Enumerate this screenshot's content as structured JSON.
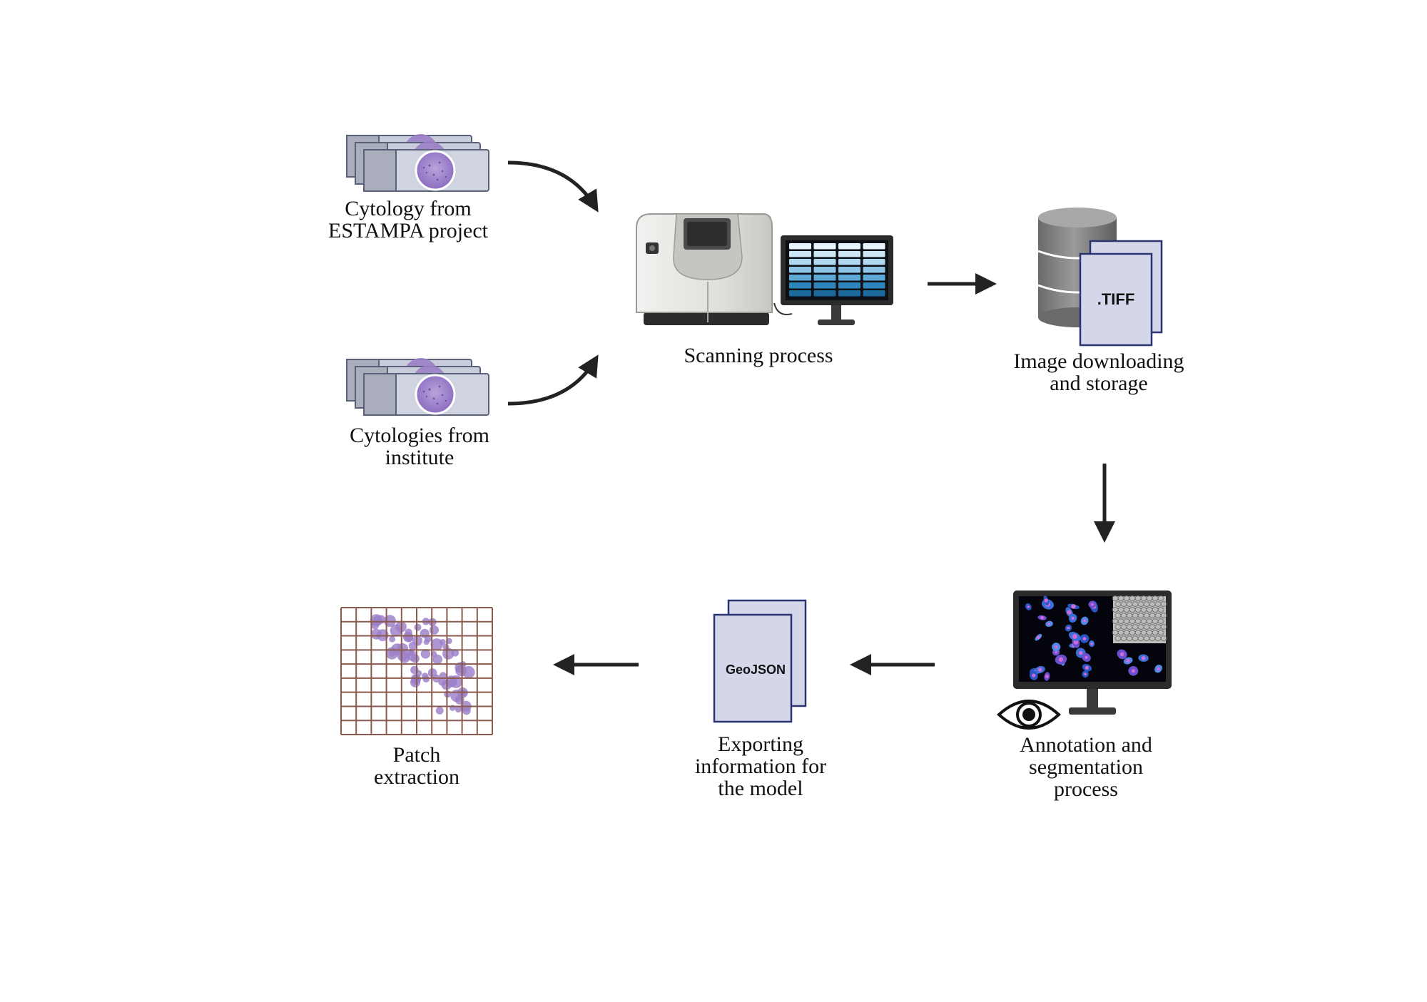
{
  "steps": {
    "slides_estampa": {
      "line1": "Cytology from",
      "line2": "ESTAMPA project"
    },
    "slides_institute": {
      "line1": "Cytologies from",
      "line2": "institute"
    },
    "scanning": {
      "line1": "Scanning process"
    },
    "storage": {
      "line1": "Image downloading",
      "line2": "and storage",
      "file_tag": ".TIFF"
    },
    "annotation": {
      "line1": "Annotation and",
      "line2": "segmentation",
      "line3": "process"
    },
    "export": {
      "line1": "Exporting",
      "line2": "information for",
      "line3": "the model",
      "file_tag": "GeoJSON"
    },
    "patch": {
      "line1": "Patch",
      "line2": "extraction"
    }
  },
  "colors": {
    "arrow": "#222222",
    "slide_body": "#c9ccda",
    "slide_label_area": "#a9adbc",
    "cell_purple": "#9b7fc8",
    "document": "#d4d7ea",
    "document_border": "#2a3470",
    "monitor_frame": "#2b2b2b",
    "grid_line": "#8a5a4e",
    "database": "#7d7d7d"
  }
}
